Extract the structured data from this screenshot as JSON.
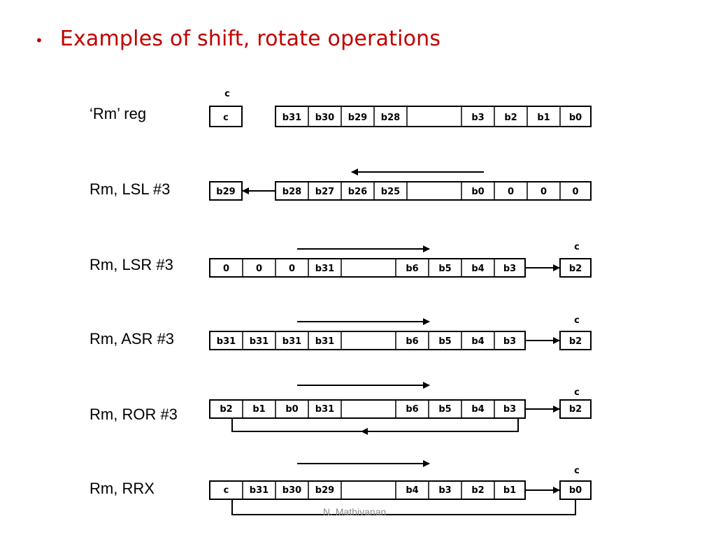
{
  "slide": {
    "bullet": "•",
    "title": "Examples of shift, rotate operations",
    "footer": "N. Mathivanan"
  },
  "rows": [
    {
      "label": "‘Rm’ reg",
      "carry_label": "c",
      "carry_cell": "c",
      "left_cells": [
        "b31",
        "b30",
        "b29",
        "b28"
      ],
      "right_cells": [
        "b3",
        "b2",
        "b1",
        "b0"
      ]
    },
    {
      "label": "Rm, LSL #3",
      "carry_cell": "b29",
      "left_cells": [
        "b28",
        "b27",
        "b26",
        "b25"
      ],
      "right_cells": [
        "b0",
        "0",
        "0",
        "0"
      ]
    },
    {
      "label": "Rm, LSR #3",
      "carry_label": "c",
      "carry_cell": "b2",
      "left_cells": [
        "0",
        "0",
        "0",
        "b31"
      ],
      "right_cells": [
        "b6",
        "b5",
        "b4",
        "b3"
      ]
    },
    {
      "label": "Rm, ASR #3",
      "carry_label": "c",
      "carry_cell": "b2",
      "left_cells": [
        "b31",
        "b31",
        "b31",
        "b31"
      ],
      "right_cells": [
        "b6",
        "b5",
        "b4",
        "b3"
      ]
    },
    {
      "label": "Rm, ROR #3",
      "carry_label": "c",
      "carry_cell": "b2",
      "left_cells": [
        "b2",
        "b1",
        "b0",
        "b31"
      ],
      "right_cells": [
        "b6",
        "b5",
        "b4",
        "b3"
      ]
    },
    {
      "label": "Rm, RRX",
      "carry_label": "c",
      "carry_cell": "b0",
      "left_cells": [
        "c",
        "b31",
        "b30",
        "b29"
      ],
      "right_cells": [
        "b4",
        "b3",
        "b2",
        "b1"
      ]
    }
  ]
}
